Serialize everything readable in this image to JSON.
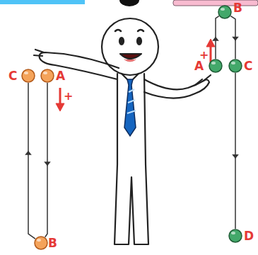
{
  "diagram": {
    "nodes": [
      {
        "text": [
          "C"
        ]
      },
      {
        "text": [
          "A"
        ]
      },
      {
        "text": [
          "B"
        ]
      },
      {
        "text": [
          "B"
        ]
      },
      {
        "text": [
          "A"
        ]
      },
      {
        "text": [
          "C"
        ]
      },
      {
        "text": [
          "D"
        ]
      }
    ],
    "edges": [
      {
        "from": 1,
        "to": 2,
        "arrow": "to"
      },
      {
        "from": 2,
        "to": 0,
        "arrow": "to"
      },
      {
        "from": 4,
        "to": 3,
        "arrow": "to"
      },
      {
        "from": 3,
        "to": 5,
        "arrow": "to"
      },
      {
        "from": 5,
        "to": 6,
        "arrow": "to"
      }
    ],
    "labels": [
      "+",
      "+"
    ]
  }
}
